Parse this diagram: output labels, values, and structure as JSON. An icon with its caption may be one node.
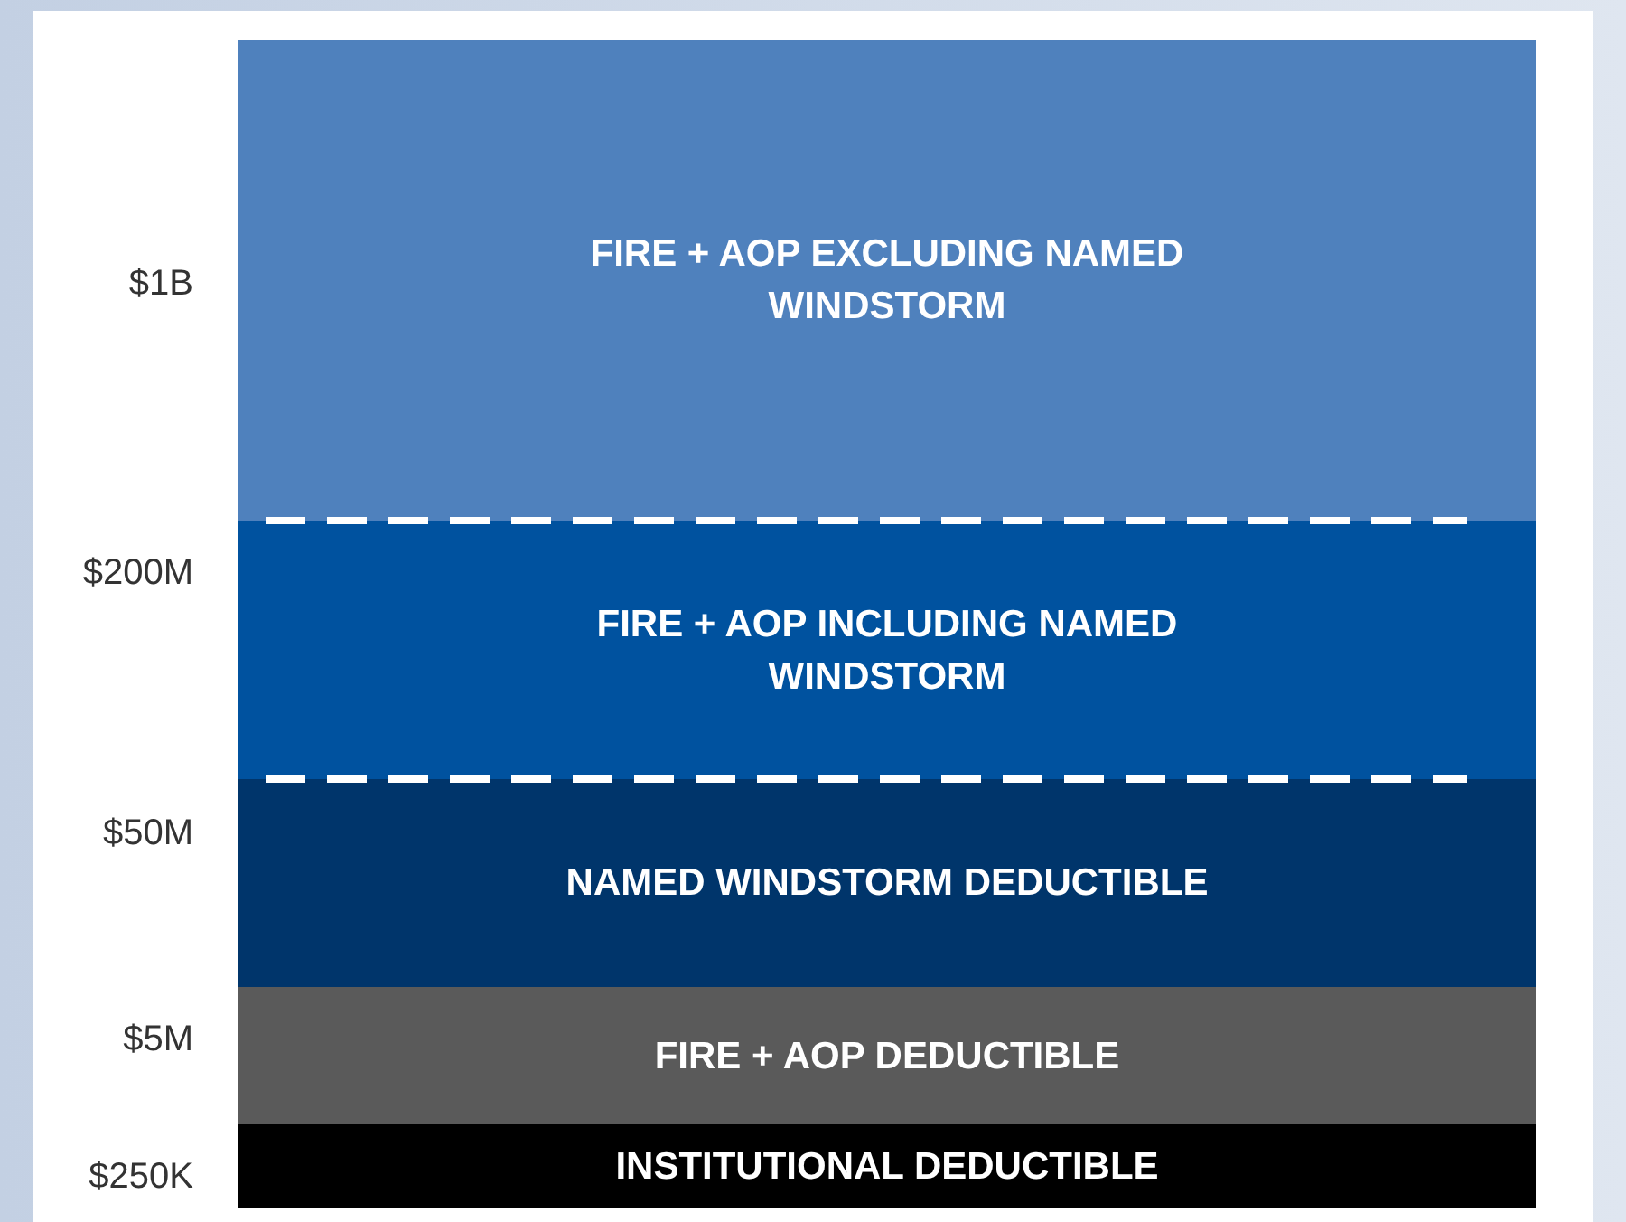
{
  "diagram": {
    "nodes": [
      {
        "text": [
          "FIRE + AOP EXCLUDING NAMED WINDSTORM"
        ]
      },
      {
        "text": [
          "FIRE + AOP INCLUDING NAMED WINDSTORM"
        ]
      },
      {
        "text": [
          "NAMED WINDSTORM DEDUCTIBLE"
        ]
      },
      {
        "text": [
          "FIRE + AOP DEDUCTIBLE"
        ]
      },
      {
        "text": [
          "INSTITUTIONAL DEDUCTIBLE"
        ]
      }
    ],
    "labels": [
      "$1B",
      "$200M",
      "$50M",
      "$5M",
      "$250K"
    ]
  }
}
